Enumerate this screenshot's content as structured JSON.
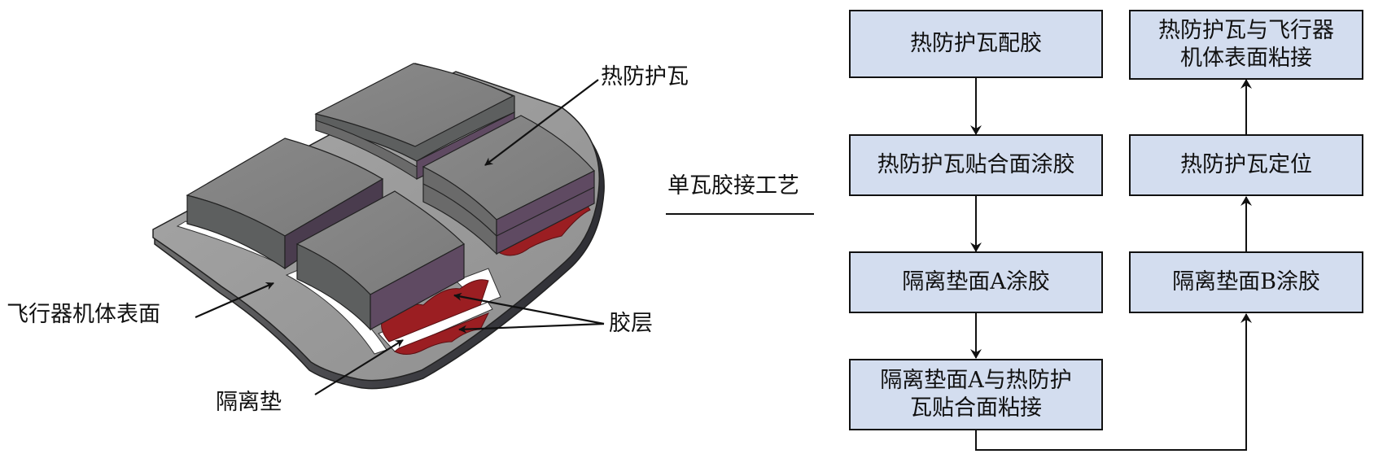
{
  "illustration": {
    "labels": {
      "tile": "热防护瓦",
      "aircraft_surface": "飞行器机体表面",
      "adhesive_layer": "胶层",
      "spacer": "隔离垫"
    },
    "colors": {
      "tile_top": "#8c8c8c",
      "tile_side": "#5d5f5f",
      "tile_layer_purple": "#5f4a62",
      "base_plate": "#9e9e9e",
      "base_edge": "#4a4a4a",
      "adhesive": "#9b1e22",
      "spacer": "#ffffff"
    }
  },
  "process_arrow_label": "单瓦胶接工艺",
  "flowchart": {
    "box_fill": "#d3ddef",
    "steps": [
      {
        "id": "s1",
        "text": "热防护瓦配胶"
      },
      {
        "id": "s2",
        "text": "热防护瓦贴合面涂胶"
      },
      {
        "id": "s3",
        "text": "隔离垫面A涂胶"
      },
      {
        "id": "s4",
        "line1": "隔离垫面A与热防护",
        "line2": "瓦贴合面粘接"
      },
      {
        "id": "s5",
        "text": "隔离垫面B涂胶"
      },
      {
        "id": "s6",
        "text": "热防护瓦定位"
      },
      {
        "id": "s7",
        "line1": "热防护瓦与飞行器",
        "line2": "机体表面粘接"
      }
    ]
  }
}
